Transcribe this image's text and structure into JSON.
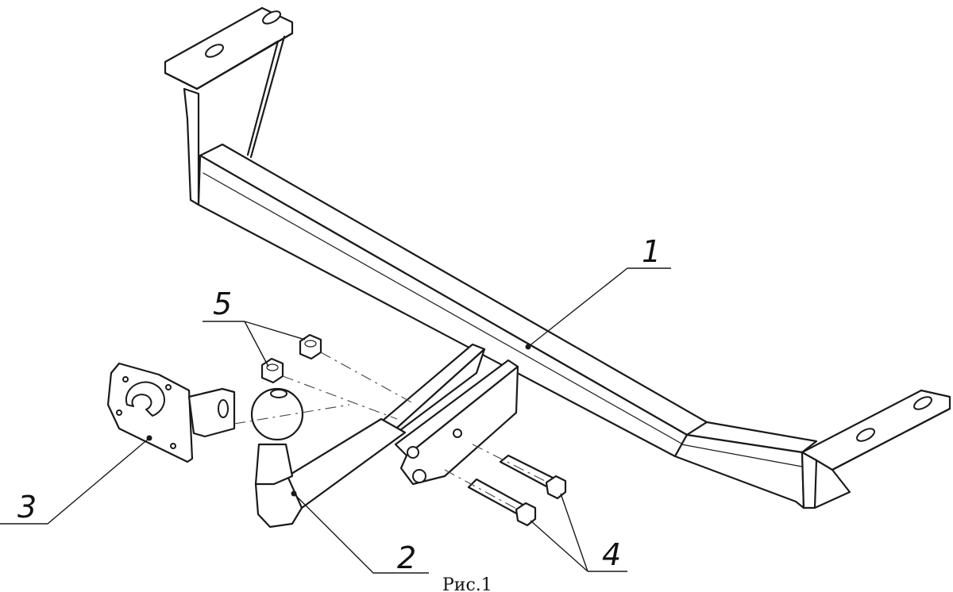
{
  "figure": {
    "caption": "Рис.1"
  },
  "callouts": [
    {
      "number": "1"
    },
    {
      "number": "2"
    },
    {
      "number": "3"
    },
    {
      "number": "4"
    },
    {
      "number": "5"
    }
  ]
}
